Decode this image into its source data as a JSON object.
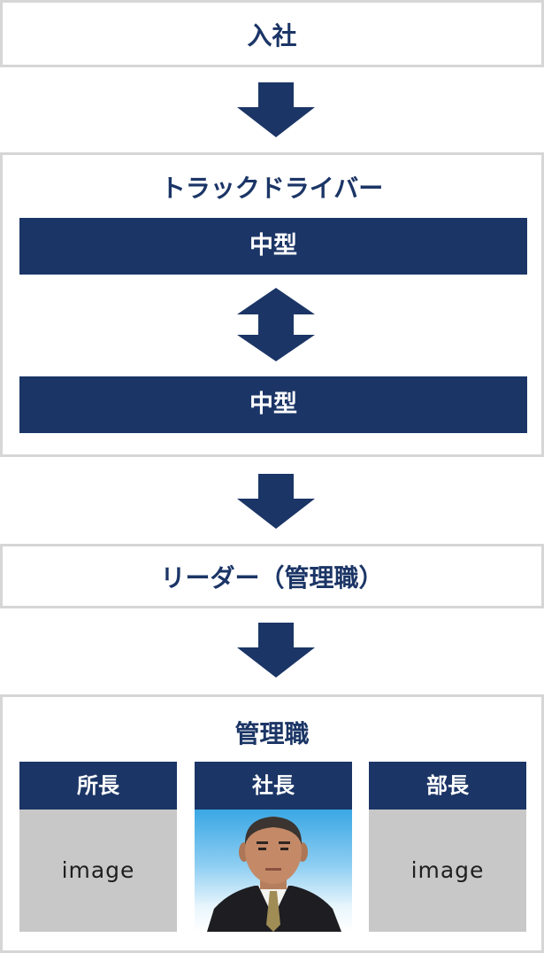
{
  "flow": {
    "stage1_title": "入社",
    "stage2_title": "トラックドライバー",
    "stage2_bar1": "中型",
    "stage2_bar2": "中型",
    "stage3_title": "リーダー（管理職）",
    "stage4_title": "管理職"
  },
  "management": {
    "cards": [
      {
        "title": "所長",
        "image_label": "image"
      },
      {
        "title": "社長",
        "image_label": ""
      },
      {
        "title": "部長",
        "image_label": "image"
      }
    ]
  },
  "colors": {
    "navy": "#1b3566",
    "border": "#d6d6d6",
    "placeholder": "#c8c8c8"
  },
  "icons": {
    "down_arrow": "arrow-down-icon",
    "bidirectional_arrow": "arrow-up-down-icon"
  }
}
